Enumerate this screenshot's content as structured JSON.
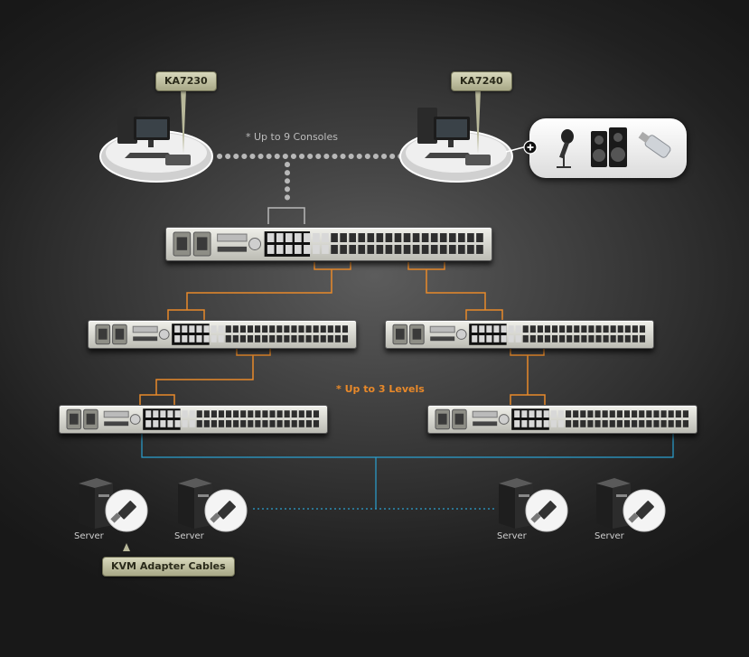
{
  "callouts": {
    "console_left": "KA7230",
    "console_right": "KA7240",
    "adapter_cables": "KVM Adapter Cables"
  },
  "annotations": {
    "consoles": "* Up to 9 Consoles",
    "levels": "* Up to 3 Levels"
  },
  "servers": [
    {
      "label": "Server"
    },
    {
      "label": "Server"
    },
    {
      "label": "Server"
    },
    {
      "label": "Server"
    }
  ],
  "icons": {
    "console_workstation": "workstation-icon",
    "plus": "plus-icon",
    "microphone": "microphone-icon",
    "speakers": "speakers-icon",
    "usb_drive": "usb-drive-icon",
    "server": "server-tower-icon",
    "adapter": "kvm-adapter-icon"
  },
  "colors": {
    "background": "#2a2a2a",
    "cascade_link": "#e8892a",
    "server_link": "#2aa0d0",
    "console_link": "#b8b8b8",
    "callout_fill": "#c4c4a4"
  }
}
